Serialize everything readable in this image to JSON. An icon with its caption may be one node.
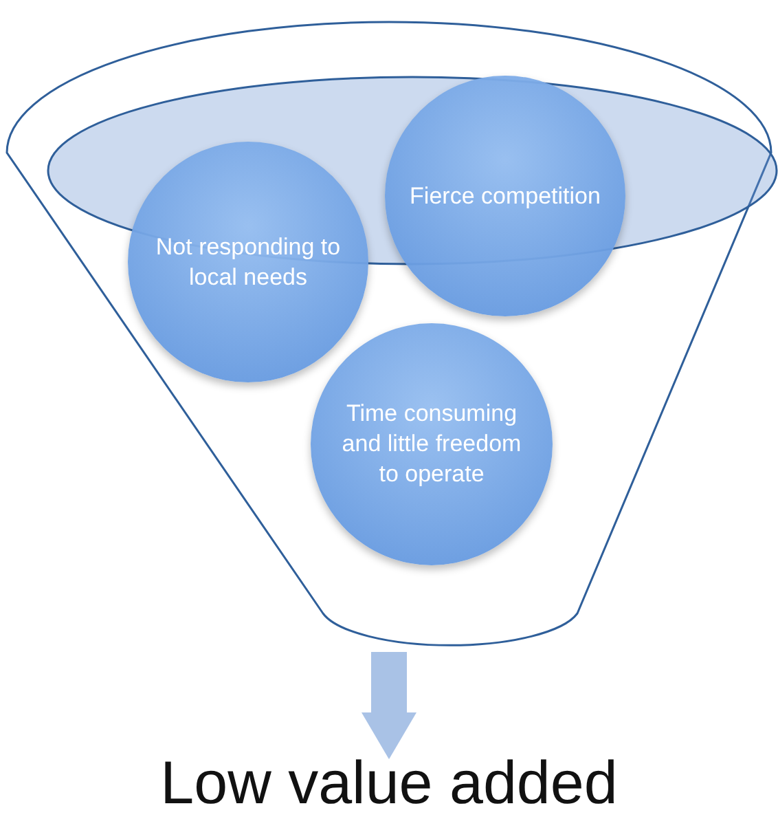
{
  "diagram": {
    "nodes": [
      {
        "text": [],
        "shape": "funnel"
      },
      {
        "text": [
          "Not responding to local needs"
        ],
        "in": 0
      },
      {
        "text": [
          "Fierce competition"
        ],
        "in": 0
      },
      {
        "text": [
          "Time consuming and little freedom to operate"
        ],
        "in": 0
      },
      {
        "text": [
          "Low value added"
        ]
      }
    ],
    "edges": [
      {
        "from": 0,
        "to": 4,
        "arrow": "to"
      }
    ]
  }
}
